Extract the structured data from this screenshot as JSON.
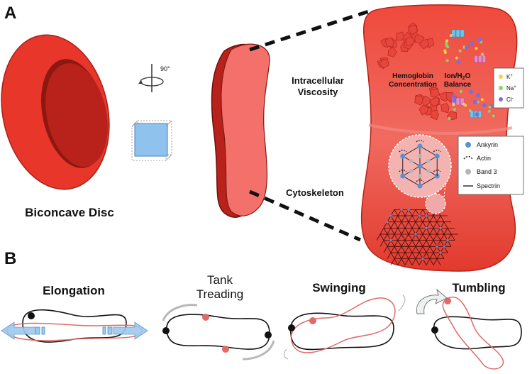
{
  "panel_a": {
    "letter": "A",
    "rotation_label": "90°",
    "biconcave_label": "Biconcave Disc",
    "intracellular_label_1": "Intracellular",
    "intracellular_label_2": "Viscosity",
    "cytoskeleton_label": "Cytoskeleton",
    "hemoglobin_label_1": "Hemoglobin",
    "hemoglobin_label_2": "Concentration",
    "ion_label_1": "Ion/H",
    "ion_label_sub": "2",
    "ion_label_rest": "O",
    "ion_label_2": "Balance",
    "ion_legend": [
      {
        "base": "K",
        "sup": "+",
        "color": "#f2d34a"
      },
      {
        "base": "Na",
        "sup": "+",
        "color": "#8fd16b"
      },
      {
        "base": "Cl",
        "sup": "-",
        "color": "#7b6fd6"
      }
    ],
    "cyto_legend": [
      {
        "label": "Ankyrin",
        "symbol": "dot",
        "color": "#5b8fd8"
      },
      {
        "label": "Actin",
        "symbol": "arc",
        "color": "#222222"
      },
      {
        "label": "Band 3",
        "symbol": "dot",
        "color": "#b5b5b5"
      },
      {
        "label": "Spectrin",
        "symbol": "line",
        "color": "#222222"
      }
    ]
  },
  "panel_b": {
    "letter": "B",
    "modes": {
      "elongation": "Elongation",
      "tank_1": "Tank",
      "tank_2": "Treading",
      "swinging": "Swinging",
      "tumbling": "Tumbling"
    }
  },
  "colors": {
    "cell_red": "#e8372a",
    "cell_dark": "#b8221a",
    "cell_pink": "#f4706a",
    "hemoglobin": "#e8453c",
    "outline_red": "#e06a6a",
    "cube_blue": "#8fc3ee"
  }
}
